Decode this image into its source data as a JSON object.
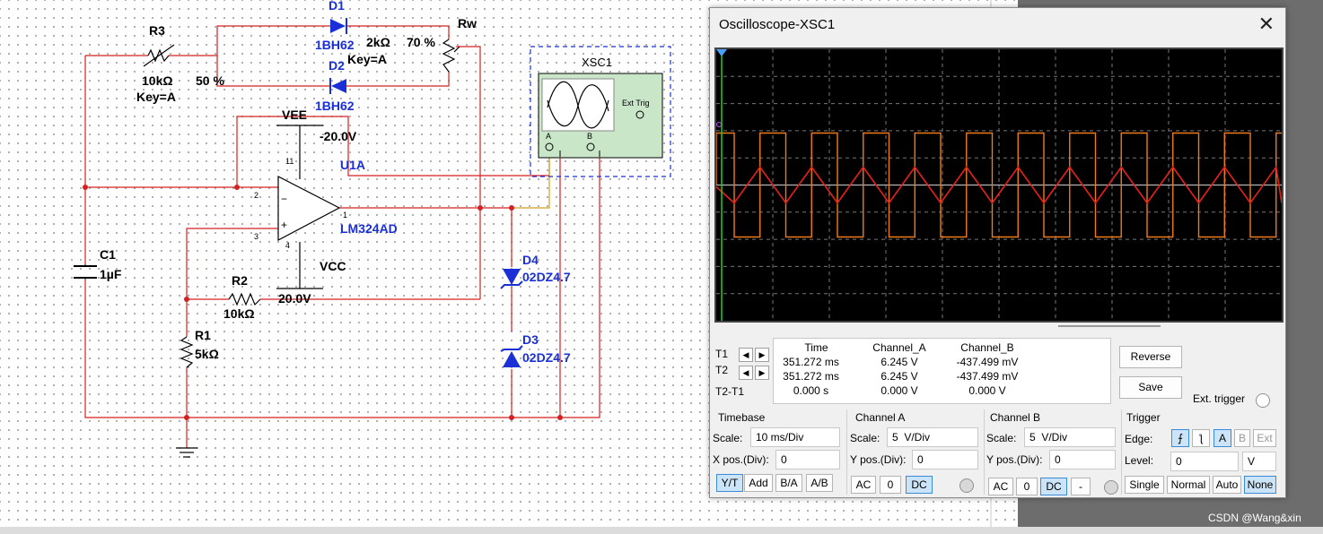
{
  "schematic": {
    "components": {
      "r3_name": "R3",
      "r3_value": "10kΩ",
      "r3_key": "Key=A",
      "r3_percent": "50 %",
      "d1_name": "D1",
      "d1_part": "1BH62",
      "d2_name": "D2",
      "d2_part": "1BH62",
      "rw_name": "Rw",
      "rw_value": "2kΩ",
      "rw_percent": "70 %",
      "rw_key": "Key=A",
      "vee_name": "VEE",
      "vee_value": "-20.0V",
      "u1_name": "U1A",
      "u1_part": "LM324AD",
      "vcc_name": "VCC",
      "vcc_value": "20.0V",
      "c1_name": "C1",
      "c1_value": "1µF",
      "r2_name": "R2",
      "r2_value": "10kΩ",
      "r1_name": "R1",
      "r1_value": "5kΩ",
      "d4_name": "D4",
      "d4_part": "02DZ4.7",
      "d3_name": "D3",
      "d3_part": "02DZ4.7",
      "xsc_name": "XSC1",
      "ext_trig": "Ext Trig",
      "pin_a": "A",
      "pin_b": "B",
      "pin_2": "2",
      "pin_3": "3",
      "pin_1": "1",
      "pin_11": "11",
      "pin_4": "4",
      "minus": "−",
      "plus": "+"
    },
    "wire_color": "#d42020",
    "component_color": "#1a2fd6"
  },
  "oscilloscope": {
    "title": "Oscilloscope-XSC1",
    "close_icon": "close-icon",
    "screen": {
      "bg": "#000000",
      "channel_a_color": "#e8201a",
      "channel_b_color": "#f07a1a",
      "cursor_color": "#20d020"
    },
    "readout": {
      "headers": [
        "Time",
        "Channel_A",
        "Channel_B"
      ],
      "rows": [
        {
          "label": "T1",
          "time": "351.272 ms",
          "a": "6.245 V",
          "b": "-437.499 mV"
        },
        {
          "label": "T2",
          "time": "351.272 ms",
          "a": "6.245 V",
          "b": "-437.499 mV"
        },
        {
          "label": "T2-T1",
          "time": "0.000 s",
          "a": "0.000 V",
          "b": "0.000 V"
        }
      ]
    },
    "buttons": {
      "reverse": "Reverse",
      "save": "Save",
      "ext_trigger": "Ext. trigger"
    },
    "timebase": {
      "title": "Timebase",
      "scale_label": "Scale:",
      "scale": "10 ms/Div",
      "xpos_label": "X pos.(Div):",
      "xpos": "0",
      "modes": [
        "Y/T",
        "Add",
        "B/A",
        "A/B"
      ]
    },
    "channel_a": {
      "title": "Channel A",
      "scale_label": "Scale:",
      "scale": "5  V/Div",
      "ypos_label": "Y pos.(Div):",
      "ypos": "0",
      "coupling": [
        "AC",
        "0",
        "DC"
      ]
    },
    "channel_b": {
      "title": "Channel B",
      "scale_label": "Scale:",
      "scale": "5  V/Div",
      "ypos_label": "Y pos.(Div):",
      "ypos": "0",
      "coupling": [
        "AC",
        "0",
        "DC",
        "-"
      ]
    },
    "trigger": {
      "title": "Trigger",
      "edge_label": "Edge:",
      "edge_rise": "rising-edge-icon",
      "edge_fall": "falling-edge-icon",
      "sources": [
        "A",
        "B",
        "Ext"
      ],
      "level_label": "Level:",
      "level": "0",
      "level_unit": "V",
      "modes": [
        "Single",
        "Normal",
        "Auto",
        "None"
      ]
    }
  },
  "watermark": "CSDN @Wang&xin"
}
